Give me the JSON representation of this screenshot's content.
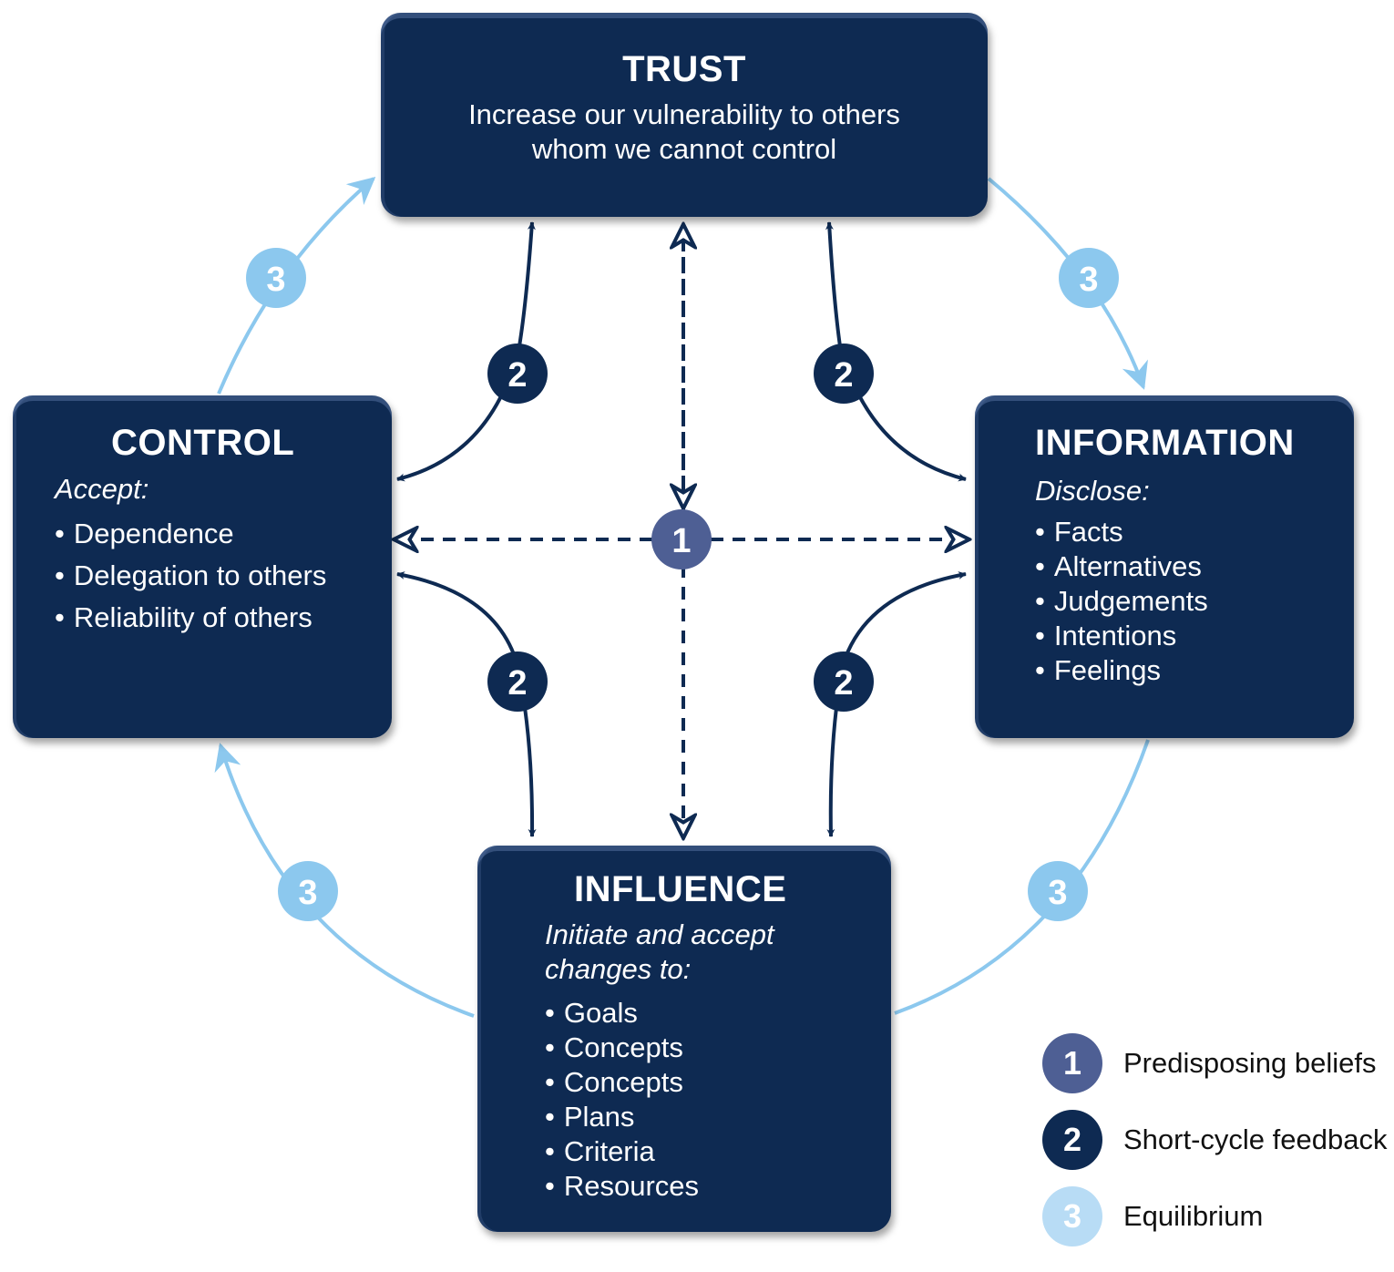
{
  "colors": {
    "box": "#0e2a52",
    "predisposing": "#4e5f94",
    "short_cycle": "#0e2a52",
    "equilibrium": "#8cc8ee",
    "equilibrium_legend": "#b8dcf5"
  },
  "trust": {
    "title": "TRUST",
    "line1": "Increase our vulnerability to others",
    "line2": "whom we cannot control"
  },
  "control": {
    "title": "CONTROL",
    "subtitle": "Accept:",
    "items": [
      "Dependence",
      "Delegation to others",
      "Reliability of others"
    ]
  },
  "information": {
    "title": "INFORMATION",
    "subtitle": "Disclose:",
    "items": [
      "Facts",
      "Alternatives",
      "Judgements",
      "Intentions",
      "Feelings"
    ]
  },
  "influence": {
    "title": "INFLUENCE",
    "subtitle_line1": "Initiate and accept",
    "subtitle_line2": "changes to:",
    "items": [
      "Goals",
      "Concepts",
      "Concepts",
      "Plans",
      "Criteria",
      "Resources"
    ]
  },
  "badges": {
    "one": "1",
    "two": "2",
    "three": "3"
  },
  "legend": [
    {
      "number": "1",
      "label": "Predisposing beliefs"
    },
    {
      "number": "2",
      "label": "Short-cycle feedback"
    },
    {
      "number": "3",
      "label": "Equilibrium"
    }
  ]
}
